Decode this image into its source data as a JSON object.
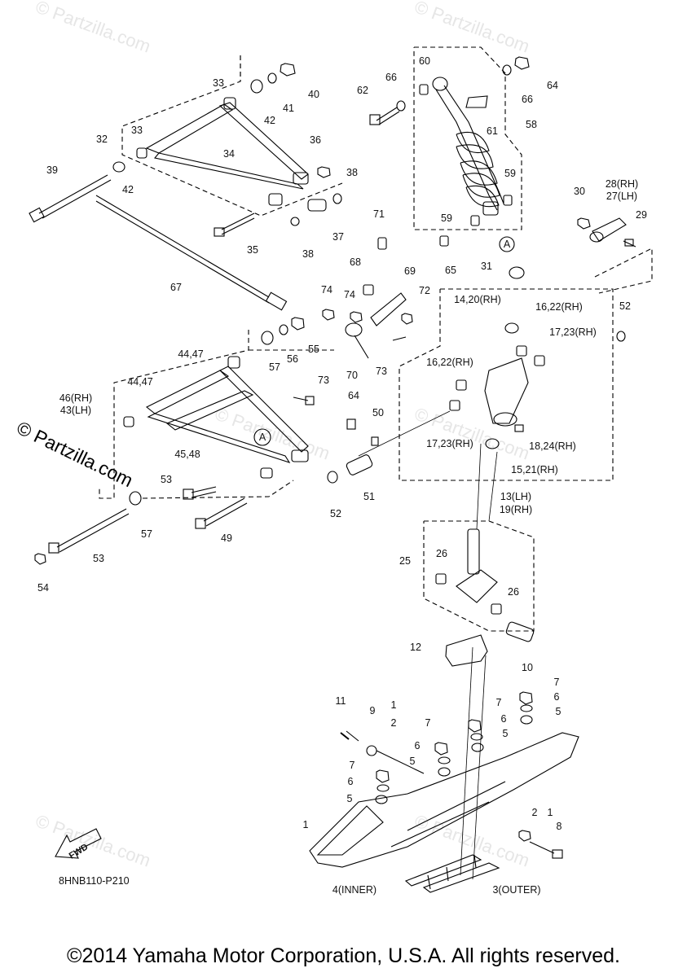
{
  "watermarks": [
    "© Partzilla.com",
    "© Partzilla.com",
    "© Partzilla.com",
    "© Partzilla.com",
    "© Partzilla.com",
    "© Partzilla.com"
  ],
  "side_watermark": "© Partzilla.com",
  "copyright": "©2014 Yamaha Motor Corporation, U.S.A. All rights reserved.",
  "reference_code": "8HNB110-P210",
  "fwd_label": "FWD",
  "callouts": [
    {
      "id": "c-1-ski",
      "text": "1"
    },
    {
      "id": "c-1-top",
      "text": "1"
    },
    {
      "id": "c-2-top",
      "text": "2"
    },
    {
      "id": "c-2-side",
      "text": "2"
    },
    {
      "id": "c-1-side",
      "text": "1"
    },
    {
      "id": "c-3",
      "text": "3(OUTER)"
    },
    {
      "id": "c-4",
      "text": "4(INNER)"
    },
    {
      "id": "c-5a",
      "text": "5"
    },
    {
      "id": "c-5b",
      "text": "5"
    },
    {
      "id": "c-5c",
      "text": "5"
    },
    {
      "id": "c-5d",
      "text": "5"
    },
    {
      "id": "c-6a",
      "text": "6"
    },
    {
      "id": "c-6b",
      "text": "6"
    },
    {
      "id": "c-6c",
      "text": "6"
    },
    {
      "id": "c-6d",
      "text": "6"
    },
    {
      "id": "c-7a",
      "text": "7"
    },
    {
      "id": "c-7b",
      "text": "7"
    },
    {
      "id": "c-7c",
      "text": "7"
    },
    {
      "id": "c-7d",
      "text": "7"
    },
    {
      "id": "c-8",
      "text": "8"
    },
    {
      "id": "c-9",
      "text": "9"
    },
    {
      "id": "c-10",
      "text": "10"
    },
    {
      "id": "c-11",
      "text": "11"
    },
    {
      "id": "c-12",
      "text": "12"
    },
    {
      "id": "c-13",
      "text": "13(LH)"
    },
    {
      "id": "c-19",
      "text": "19(RH)"
    },
    {
      "id": "c-14",
      "text": "14,20(RH)"
    },
    {
      "id": "c-15",
      "text": "15,21(RH)"
    },
    {
      "id": "c-16a",
      "text": "16,22(RH)"
    },
    {
      "id": "c-16b",
      "text": "16,22(RH)"
    },
    {
      "id": "c-17a",
      "text": "17,23(RH)"
    },
    {
      "id": "c-17b",
      "text": "17,23(RH)"
    },
    {
      "id": "c-18",
      "text": "18,24(RH)"
    },
    {
      "id": "c-25",
      "text": "25"
    },
    {
      "id": "c-26a",
      "text": "26"
    },
    {
      "id": "c-26b",
      "text": "26"
    },
    {
      "id": "c-27",
      "text": "27(LH)"
    },
    {
      "id": "c-28",
      "text": "28(RH)"
    },
    {
      "id": "c-29",
      "text": "29"
    },
    {
      "id": "c-30",
      "text": "30"
    },
    {
      "id": "c-31",
      "text": "31"
    },
    {
      "id": "c-32",
      "text": "32"
    },
    {
      "id": "c-33a",
      "text": "33"
    },
    {
      "id": "c-33b",
      "text": "33"
    },
    {
      "id": "c-34",
      "text": "34"
    },
    {
      "id": "c-35",
      "text": "35"
    },
    {
      "id": "c-36",
      "text": "36"
    },
    {
      "id": "c-37",
      "text": "37"
    },
    {
      "id": "c-38a",
      "text": "38"
    },
    {
      "id": "c-38b",
      "text": "38"
    },
    {
      "id": "c-39",
      "text": "39"
    },
    {
      "id": "c-40",
      "text": "40"
    },
    {
      "id": "c-41",
      "text": "41"
    },
    {
      "id": "c-42a",
      "text": "42"
    },
    {
      "id": "c-42b",
      "text": "42"
    },
    {
      "id": "c-43",
      "text": "43(LH)"
    },
    {
      "id": "c-46",
      "text": "46(RH)"
    },
    {
      "id": "c-44a",
      "text": "44,47"
    },
    {
      "id": "c-44b",
      "text": "44,47"
    },
    {
      "id": "c-45",
      "text": "45,48"
    },
    {
      "id": "c-49",
      "text": "49"
    },
    {
      "id": "c-50",
      "text": "50"
    },
    {
      "id": "c-51",
      "text": "51"
    },
    {
      "id": "c-52a",
      "text": "52"
    },
    {
      "id": "c-52b",
      "text": "52"
    },
    {
      "id": "c-53a",
      "text": "53"
    },
    {
      "id": "c-53b",
      "text": "53"
    },
    {
      "id": "c-54",
      "text": "54"
    },
    {
      "id": "c-55",
      "text": "55"
    },
    {
      "id": "c-56",
      "text": "56"
    },
    {
      "id": "c-57a",
      "text": "57"
    },
    {
      "id": "c-57b",
      "text": "57"
    },
    {
      "id": "c-58",
      "text": "58"
    },
    {
      "id": "c-59a",
      "text": "59"
    },
    {
      "id": "c-59b",
      "text": "59"
    },
    {
      "id": "c-60",
      "text": "60"
    },
    {
      "id": "c-61",
      "text": "61"
    },
    {
      "id": "c-62",
      "text": "62"
    },
    {
      "id": "c-64a",
      "text": "64"
    },
    {
      "id": "c-64b",
      "text": "64"
    },
    {
      "id": "c-65",
      "text": "65"
    },
    {
      "id": "c-66a",
      "text": "66"
    },
    {
      "id": "c-66b",
      "text": "66"
    },
    {
      "id": "c-67",
      "text": "67"
    },
    {
      "id": "c-68",
      "text": "68"
    },
    {
      "id": "c-69",
      "text": "69"
    },
    {
      "id": "c-70",
      "text": "70"
    },
    {
      "id": "c-71",
      "text": "71"
    },
    {
      "id": "c-72",
      "text": "72"
    },
    {
      "id": "c-73a",
      "text": "73"
    },
    {
      "id": "c-73b",
      "text": "73"
    },
    {
      "id": "c-74a",
      "text": "74"
    },
    {
      "id": "c-74b",
      "text": "74"
    },
    {
      "id": "c-A1",
      "text": "A"
    },
    {
      "id": "c-A2",
      "text": "A"
    }
  ]
}
